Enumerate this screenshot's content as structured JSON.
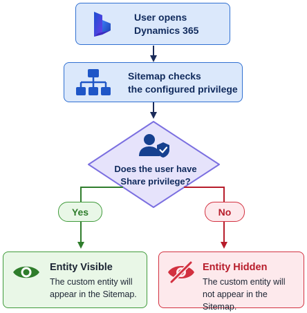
{
  "start": {
    "line1": "User opens",
    "line2": "Dynamics 365",
    "icon": "dynamics-365-logo-icon"
  },
  "check": {
    "line1": "Sitemap checks",
    "line2": "the configured privilege",
    "icon": "sitemap-hierarchy-icon"
  },
  "decision": {
    "line1": "Does the user have",
    "line2": "Share privilege?",
    "icon": "user-shield-icon"
  },
  "branches": {
    "yes": "Yes",
    "no": "No"
  },
  "outcomes": {
    "visible": {
      "title": "Entity Visible",
      "desc1": "The custom entity will",
      "desc2": "appear in the Sitemap.",
      "icon": "eye-icon"
    },
    "hidden": {
      "title": "Entity Hidden",
      "desc1": "The custom entity will",
      "desc2": "not appear in the Sitemap.",
      "icon": "eye-slash-icon"
    }
  },
  "colors": {
    "blue_fill": "#dbe8fb",
    "blue_stroke": "#2f6fd1",
    "navy_text": "#102a5c",
    "diamond_fill": "#e6e3fb",
    "diamond_stroke": "#7b6fe0",
    "green_fill": "#e9f7e7",
    "green_stroke": "#3f9a3a",
    "green_dark": "#2f7d2c",
    "red_fill": "#fde9ec",
    "red_stroke": "#d2303f",
    "red_dark": "#b71c2a"
  }
}
